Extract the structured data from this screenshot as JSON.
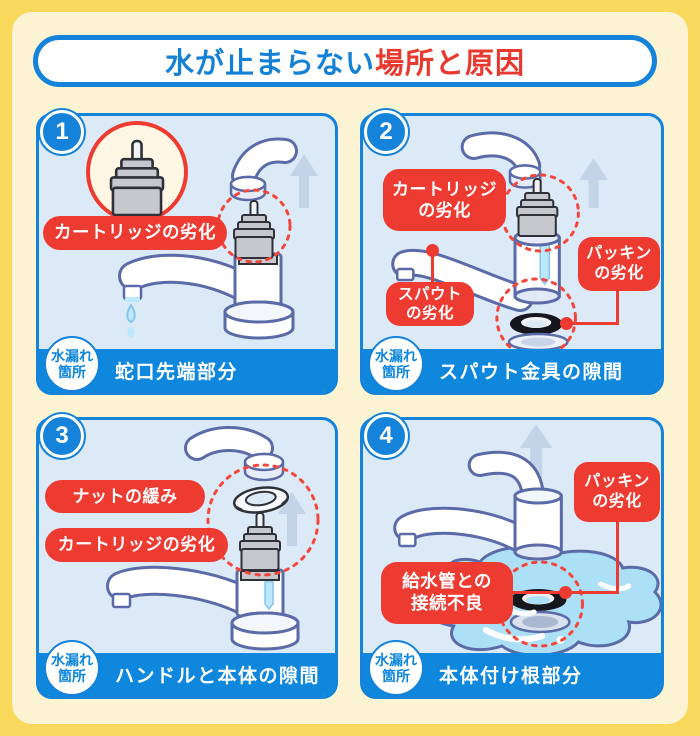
{
  "title": {
    "blue": "水が止まらない",
    "red": "場所と原因"
  },
  "leak_badge": {
    "line1": "水漏れ",
    "line2": "箇所"
  },
  "panels": [
    {
      "number": "1",
      "location": "蛇口先端部分",
      "labels": {
        "cartridge": "カートリッジの劣化"
      }
    },
    {
      "number": "2",
      "location": "スパウト金具の隙間",
      "labels": {
        "cartridge1": "カートリッジ",
        "cartridge2": "の劣化",
        "spout1": "スパウト",
        "spout2": "の劣化",
        "packing1": "パッキン",
        "packing2": "の劣化"
      }
    },
    {
      "number": "3",
      "location": "ハンドルと本体の隙間",
      "labels": {
        "nut": "ナットの緩み",
        "cartridge": "カートリッジの劣化"
      }
    },
    {
      "number": "4",
      "location": "本体付け根部分",
      "labels": {
        "packing1": "パッキン",
        "packing2": "の劣化",
        "supply1": "給水管との",
        "supply2": "接続不良"
      }
    }
  ],
  "colors": {
    "frame_yellow": "#F8D95C",
    "page_bg": "#FBF3D2",
    "primary_blue": "#1483D9",
    "bar_blue": "#0E87DC",
    "label_red": "#ED3B31",
    "dashed_red": "#F3473B",
    "panel_bg": "#DCE9F7",
    "outline_indigo": "#5B6BA8",
    "water_blue": "#ABE0F6"
  }
}
